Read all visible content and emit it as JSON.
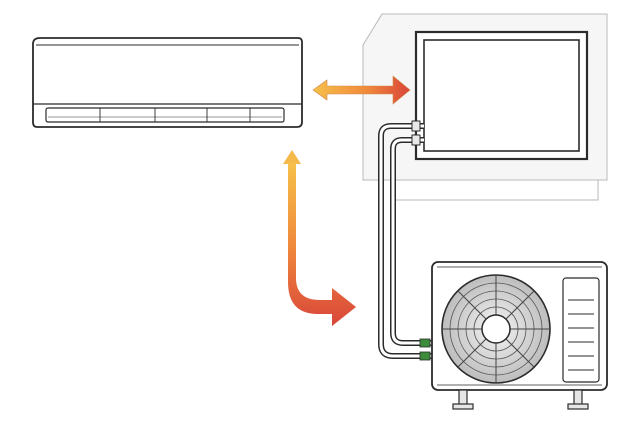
{
  "diagram": {
    "components": [
      {
        "id": "indoor-unit",
        "kind": "wall-mounted split AC indoor unit"
      },
      {
        "id": "window",
        "kind": "window in wall"
      },
      {
        "id": "outdoor-unit",
        "kind": "condenser with fan"
      },
      {
        "id": "refrigerant-lines",
        "kind": "twin copper pipes"
      }
    ],
    "flows": [
      {
        "from": "indoor-unit",
        "to": "window",
        "direction": "bidirectional"
      },
      {
        "from": "indoor-unit",
        "to": "outdoor-unit",
        "direction": "bidirectional"
      }
    ],
    "colors": {
      "line": "#2b2b2b",
      "unit_fill": "#ffffff",
      "wall_fill": "#f7f7f7",
      "fan_fill": "#dcdcdc",
      "arrow_light": "#f7c04a",
      "arrow_mid": "#f08a3c",
      "arrow_dark": "#d9463a",
      "valve_green": "#3c8c3c"
    },
    "icons": [
      "indoor-ac-unit-icon",
      "window-icon",
      "outdoor-fan-icon",
      "bidirectional-arrow-icon",
      "pipe-icon"
    ]
  }
}
